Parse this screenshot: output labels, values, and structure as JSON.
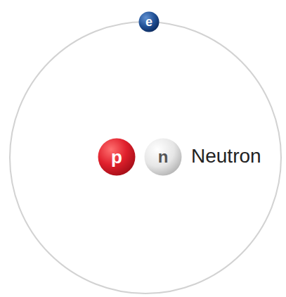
{
  "diagram": {
    "nodes": [
      {
        "text": [
          "e"
        ]
      },
      {
        "text": [
          "p"
        ]
      },
      {
        "text": [
          "n"
        ]
      }
    ],
    "labels": [
      "Neutron"
    ]
  }
}
